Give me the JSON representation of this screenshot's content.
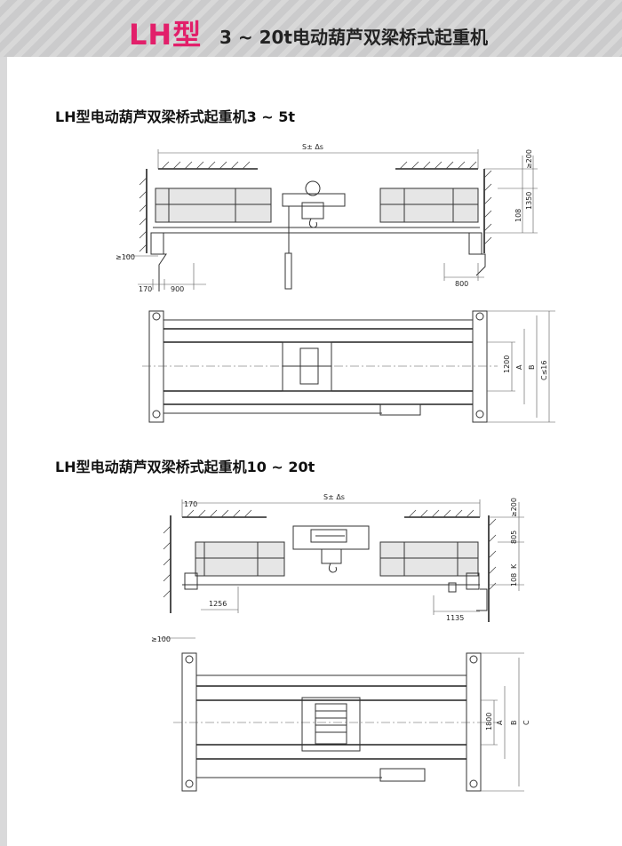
{
  "banner": {
    "model": "LH型",
    "title": "3 ~ 20t电动葫芦双梁桥式起重机",
    "accent_color": "#e21f6a"
  },
  "sections": [
    {
      "title": "LH型电动葫芦双梁桥式起重机3 ~ 5t",
      "dims": {
        "span": "S± Δs",
        "h200": "≥200",
        "h1350": "1350",
        "h108": "108",
        "w100": "≥100",
        "w170": "170",
        "w900": "900",
        "w800": "800",
        "w1200": "1200",
        "a": "A",
        "b": "B",
        "c": "C≤16"
      }
    },
    {
      "title": "LH型电动葫芦双梁桥式起重机10 ~ 20t",
      "dims": {
        "span": "S± Δs",
        "w170": "170",
        "h200": "≥200",
        "h805": "805",
        "k": "K",
        "h108": "108",
        "w1256": "1256",
        "w1135": "1135",
        "w100": "≥100",
        "w1800": "1800",
        "a": "A",
        "b": "B",
        "c": "C"
      }
    }
  ]
}
